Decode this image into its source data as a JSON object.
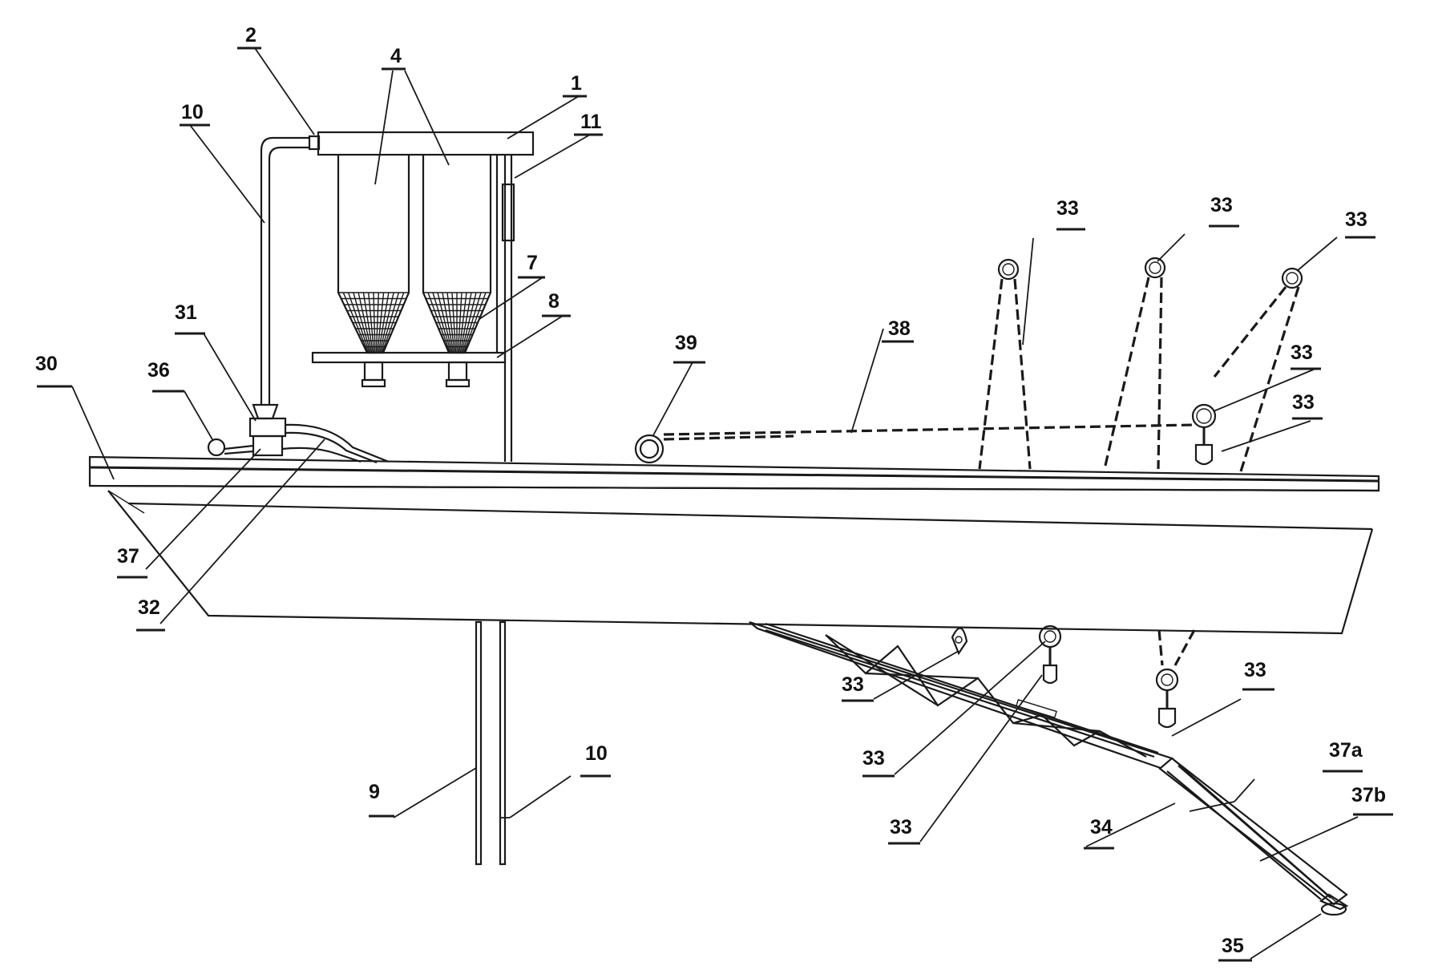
{
  "labels": [
    {
      "id": "l1",
      "text": "1"
    },
    {
      "id": "l2",
      "text": "2"
    },
    {
      "id": "l4",
      "text": "4"
    },
    {
      "id": "l10a",
      "text": "10"
    },
    {
      "id": "l11",
      "text": "11"
    },
    {
      "id": "l7",
      "text": "7"
    },
    {
      "id": "l8",
      "text": "8"
    },
    {
      "id": "l31",
      "text": "31"
    },
    {
      "id": "l30",
      "text": "30"
    },
    {
      "id": "l36",
      "text": "36"
    },
    {
      "id": "l37",
      "text": "37"
    },
    {
      "id": "l32",
      "text": "32"
    },
    {
      "id": "l39",
      "text": "39"
    },
    {
      "id": "l38",
      "text": "38"
    },
    {
      "id": "l33a",
      "text": "33"
    },
    {
      "id": "l33b",
      "text": "33"
    },
    {
      "id": "l33c",
      "text": "33"
    },
    {
      "id": "l33d",
      "text": "33"
    },
    {
      "id": "l33e",
      "text": "33"
    },
    {
      "id": "l33f",
      "text": "33"
    },
    {
      "id": "l33g",
      "text": "33"
    },
    {
      "id": "l33h",
      "text": "33"
    },
    {
      "id": "l33i",
      "text": "33"
    },
    {
      "id": "l9",
      "text": "9"
    },
    {
      "id": "l10b",
      "text": "10"
    },
    {
      "id": "l34",
      "text": "34"
    },
    {
      "id": "l37a",
      "text": "37a"
    },
    {
      "id": "l37b",
      "text": "37b"
    },
    {
      "id": "l35",
      "text": "35"
    }
  ]
}
